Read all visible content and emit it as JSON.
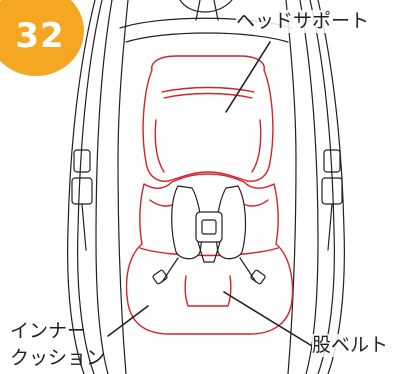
{
  "step": {
    "number": "32",
    "badge_color": "#f5a623"
  },
  "labels": {
    "head_support": "ヘッドサポート",
    "inner_cushion_line1": "インナー",
    "inner_cushion_line2": "クッション",
    "crotch_belt": "股ベルト"
  },
  "colors": {
    "outline": "#231f20",
    "highlight": "#d6212b"
  }
}
